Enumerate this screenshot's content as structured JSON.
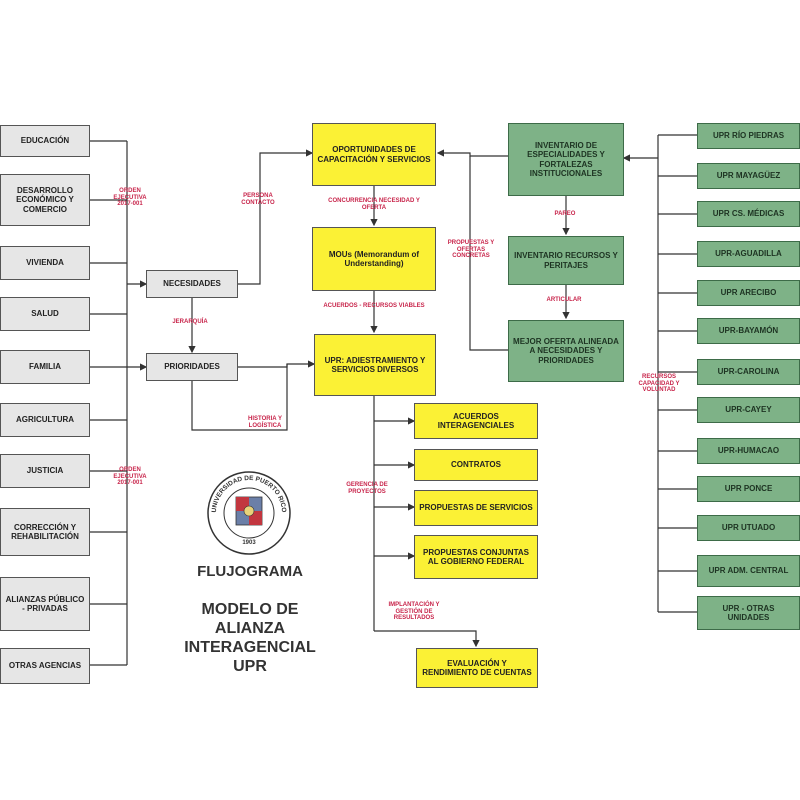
{
  "left_boxes": [
    "EDUCACIÓN",
    "DESARROLLO ECONÓMICO Y COMERCIO",
    "VIVIENDA",
    "SALUD",
    "FAMILIA",
    "AGRICULTURA",
    "JUSTICIA",
    "CORRECCIÓN Y REHABILITACIÓN",
    "ALIANZAS PÚBLICO - PRIVADAS",
    "OTRAS AGENCIAS"
  ],
  "mid_gray": {
    "necesidades": "NECESIDADES",
    "prioridades": "PRIORIDADES"
  },
  "yellow": {
    "oportunidades": "OPORTUNIDADES DE CAPACITACIÓN Y SERVICIOS",
    "mous": "MOUs (Memorandum of Understanding)",
    "upr": "UPR: ADIESTRAMIENTO Y SERVICIOS DIVERSOS",
    "acuerdos": "ACUERDOS INTERAGENCIALES",
    "contratos": "CONTRATOS",
    "propuestas": "PROPUESTAS DE SERVICIOS",
    "propuestas_conj": "PROPUESTAS CONJUNTAS AL GOBIERNO FEDERAL",
    "evaluacion": "EVALUACIÓN Y RENDIMIENTO DE CUENTAS"
  },
  "green_mid": {
    "inventario1": "INVENTARIO DE ESPECIALIDADES Y FORTALEZAS INSTITUCIONALES",
    "inventario2": "INVENTARIO RECURSOS Y PERITAJES",
    "mejor": "MEJOR OFERTA ALINEADA A NECESIDADES Y PRIORIDADES"
  },
  "right_boxes": [
    "UPR RÍO PIEDRAS",
    "UPR MAYAGÜEZ",
    "UPR CS. MÉDICAS",
    "UPR-AGUADILLA",
    "UPR ARECIBO",
    "UPR-BAYAMÓN",
    "UPR-CAROLINA",
    "UPR-CAYEY",
    "UPR-HUMACAO",
    "UPR PONCE",
    "UPR UTUADO",
    "UPR ADM. CENTRAL",
    "UPR - OTRAS UNIDADES"
  ],
  "labels": {
    "orden1": "ORDEN EJECUTIVA 2017-001",
    "orden2": "ORDEN EJECUTIVA 2017-001",
    "jerarquia": "JERARQUÍA",
    "persona": "PERSONA CONTACTO",
    "concurrencia": "CONCURRENCIA NECESIDAD Y OFERTA",
    "acuerdos_rec": "ACUERDOS - RECURSOS VIABLES",
    "propuestas_ofertas": "PROPUESTAS Y OFERTAS CONCRETAS",
    "pareo": "PAREO",
    "articular": "ARTICULAR",
    "recursos": "RECURSOS CAPACIDAD Y VOLUNTAD",
    "historia": "HISTORIA Y LOGÍSTICA",
    "gerencia": "GERENCIA DE PROYECTOS",
    "implantacion": "IMPLANTACIÓN Y GESTIÓN DE RESULTADOS"
  },
  "seal_text": "UNIVERSIDAD DE PUERTO RICO",
  "seal_year": "1903",
  "title_main": "FLUJOGRAMA",
  "title_sub": [
    "MODELO DE",
    "ALIANZA",
    "INTERAGENCIAL",
    "UPR"
  ]
}
